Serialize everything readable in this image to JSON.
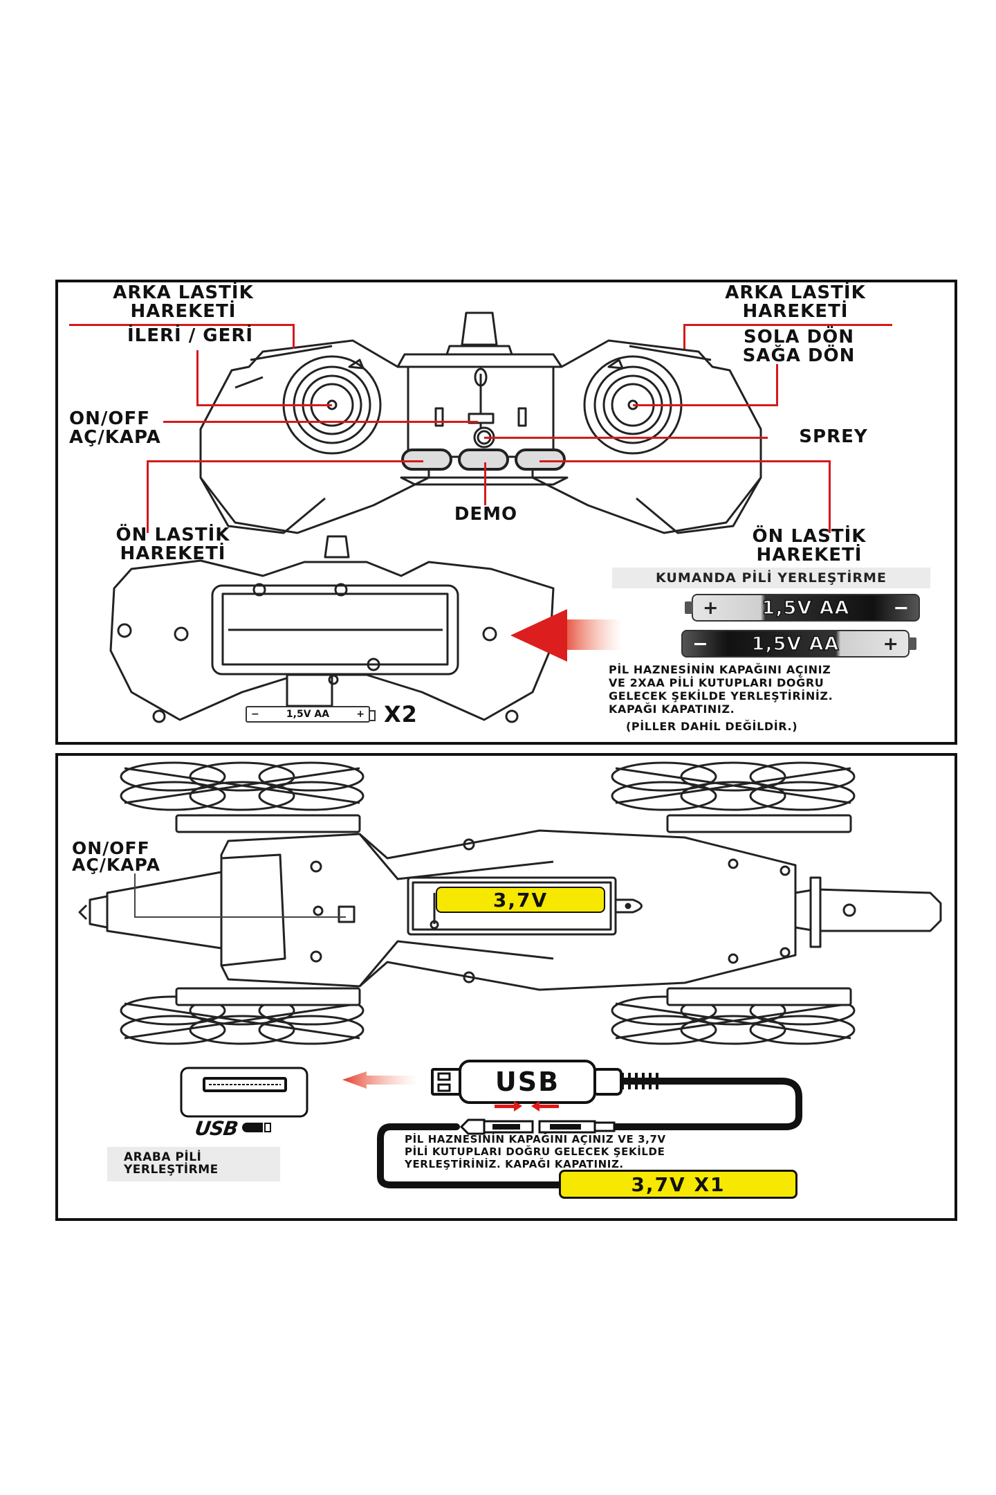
{
  "remote_diagram": {
    "labels": {
      "rear_wheel_left": "ARKA LASTİK\nHAREKETİ",
      "forward_backward": "İLERİ / GERİ",
      "rear_wheel_right": "ARKA LASTİK\nHAREKETİ",
      "turn_left_right": "SOLA DÖN\nSAĞA DÖN",
      "on_off": "ON/OFF\nAÇ/KAPA",
      "spray": "SPREY",
      "demo": "DEMO",
      "front_wheel_left": "ÖN LASTİK\nHAREKETİ",
      "front_wheel_right": "ÖN LASTİK\nHAREKETİ"
    },
    "accent_color": "#d41a1a"
  },
  "remote_battery": {
    "banner": "KUMANDA PİLİ YERLEŞTİRME",
    "batteries": [
      {
        "plus": "+",
        "label": "1,5V AA",
        "minus": "−"
      },
      {
        "minus": "−",
        "label": "1,5V AA",
        "plus": "+"
      }
    ],
    "compartment_battery_label": "1,5V AA",
    "compartment_minus": "−",
    "compartment_plus": "+",
    "quantity": "X2",
    "instructions": "PİL HAZNESİNİN KAPAĞINI AÇINIZ\nVE 2XAA PİLİ KUTUPLARI DOĞRU\nGELECEK ŞEKİLDE YERLEŞTİRİNİZ.\nKAPAĞI KAPATINIZ.",
    "note": "(PİLLER DAHİL DEĞİLDİR.)"
  },
  "car_diagram": {
    "on_off_label": "ON/OFF\nAÇ/KAPA",
    "battery_label": "3,7V",
    "battery_color": "#f6e800"
  },
  "car_battery": {
    "usb_port_logo": "USB",
    "usb_cable_label": "USB",
    "banner": "ARABA PİLİ\nYERLEŞTİRME",
    "instructions": "PİL HAZNESİNİN KAPAĞINI AÇINIZ VE 3,7V\nPİLİ KUTUPLARI DOĞRU GELECEK ŞEKİLDE\nYERLEŞTİRİNİZ. KAPAĞI KAPATINIZ.",
    "quantity_label": "3,7V X1"
  }
}
